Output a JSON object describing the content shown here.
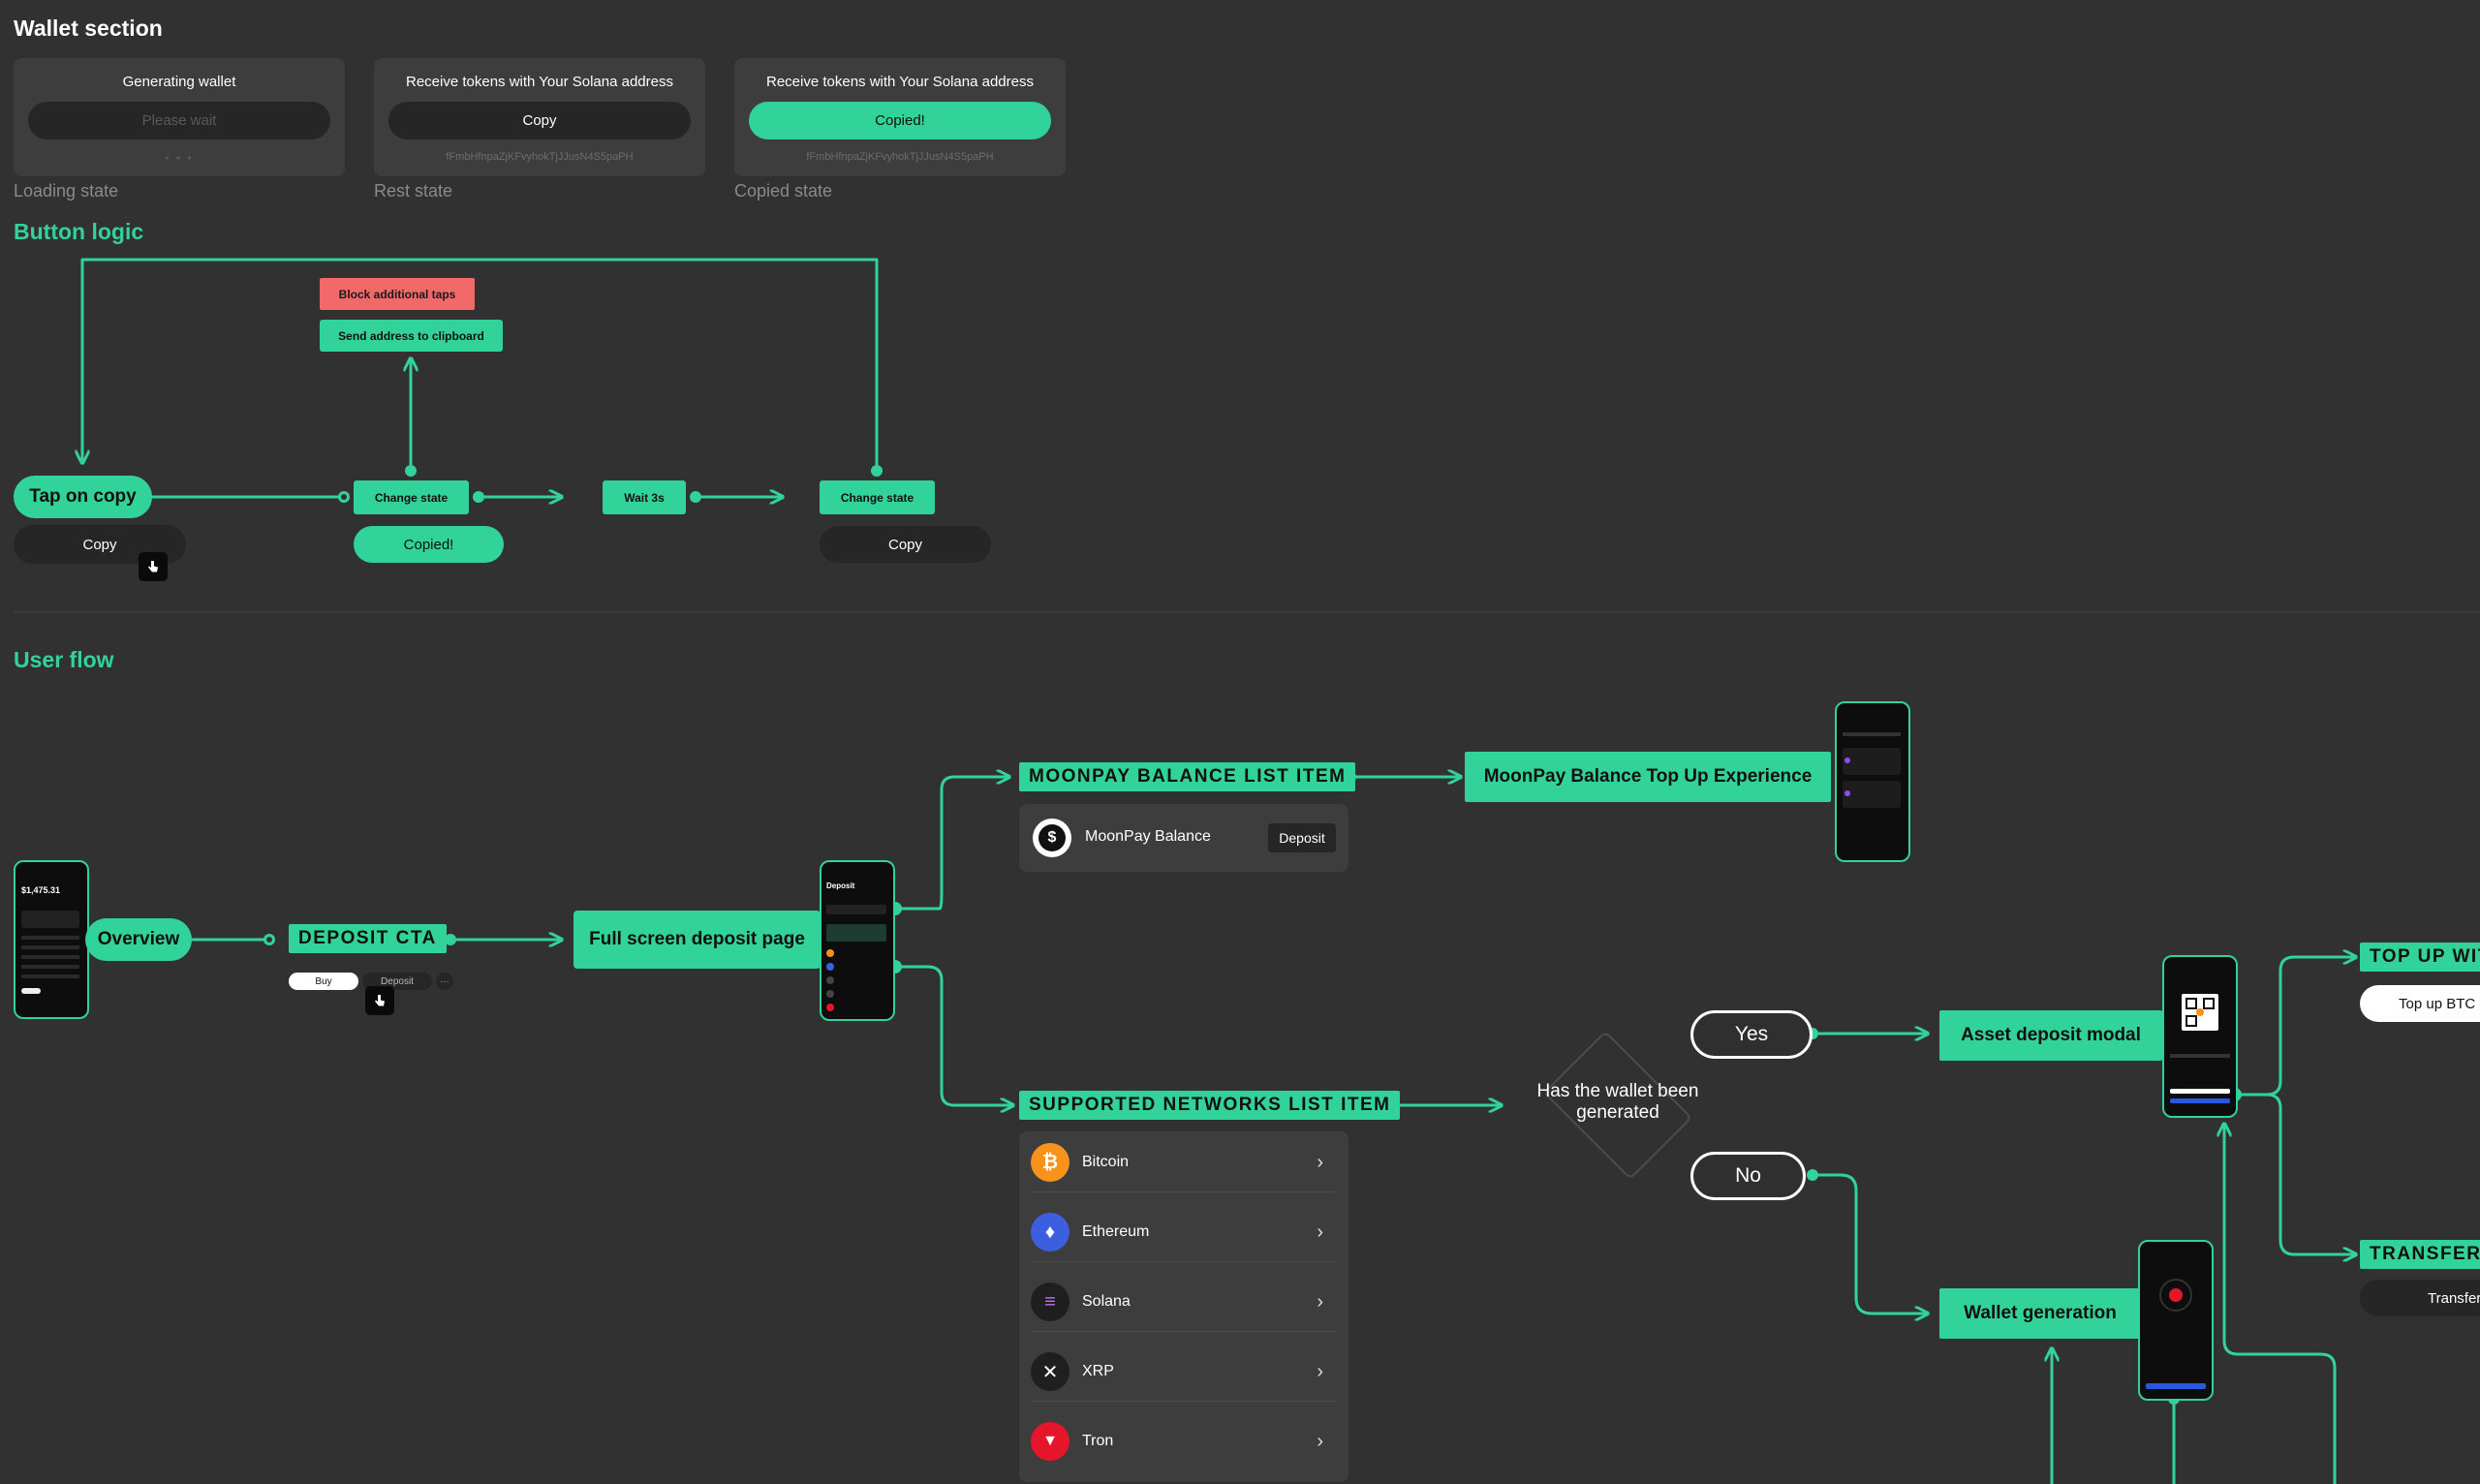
{
  "wallet_section": {
    "title": "Wallet section",
    "cards": [
      {
        "title": "Generating wallet",
        "button": "Please wait",
        "sub": "• • •",
        "caption": "Loading state"
      },
      {
        "title": "Receive tokens with Your Solana address",
        "button": "Copy",
        "sub": "fFmbHfnpaZjKFvyhokTjJJusN4S5paPH",
        "caption": "Rest state"
      },
      {
        "title": "Receive tokens with Your Solana address",
        "button": "Copied!",
        "sub": "fFmbHfnpaZjKFvyhokTjJJusN4S5paPH",
        "caption": "Copied state"
      }
    ]
  },
  "button_logic": {
    "title": "Button logic",
    "tap_on_copy": "Tap on copy",
    "copy_label": "Copy",
    "change_state_1": "Change state",
    "copied_label": "Copied!",
    "wait": "Wait 3s",
    "change_state_2": "Change state",
    "copy_label_2": "Copy",
    "block": "Block additional taps",
    "send": "Send address to clipboard"
  },
  "user_flow": {
    "title": "User flow",
    "overview": "Overview",
    "overview_phone": {
      "balance": "$1,475.31"
    },
    "deposit_cta": "DEPOSIT CTA",
    "cta_buttons": {
      "buy": "Buy",
      "deposit": "Deposit",
      "more": "···"
    },
    "full_screen": "Full screen deposit page",
    "deposit_phone_title": "Deposit",
    "moonpay_tag": "MOONPAY BALANCE LIST ITEM",
    "moonpay_item": {
      "label": "MoonPay Balance",
      "button": "Deposit",
      "icon_glyph": "$"
    },
    "moonpay_topup": "MoonPay Balance Top Up Experience",
    "networks_tag": "SUPPORTED NETWORKS LIST ITEM",
    "networks": [
      {
        "name": "Bitcoin",
        "color": "#f7931a",
        "glyph": "₿"
      },
      {
        "name": "Ethereum",
        "color": "#3c5fe0",
        "glyph": "♦"
      },
      {
        "name": "Solana",
        "color": "#1f1f1f",
        "glyph": "≡"
      },
      {
        "name": "XRP",
        "color": "#1f1f1f",
        "glyph": "✕"
      },
      {
        "name": "Tron",
        "color": "#e5162a",
        "glyph": "▼"
      }
    ],
    "chevron": "›",
    "decision": "Has the wallet been generated",
    "yes": "Yes",
    "no": "No",
    "asset_modal": "Asset deposit modal",
    "wallet_generation": "Wallet generation",
    "top_up_tag": "TOP UP WITH",
    "top_up_button": "Top up BTC",
    "transfer_tag": "TRANSFER",
    "transfer_button": "Transfer"
  },
  "colors": {
    "accent": "#32d29b",
    "bg": "#313131",
    "card": "#3d3d3d",
    "danger": "#f2696a"
  }
}
